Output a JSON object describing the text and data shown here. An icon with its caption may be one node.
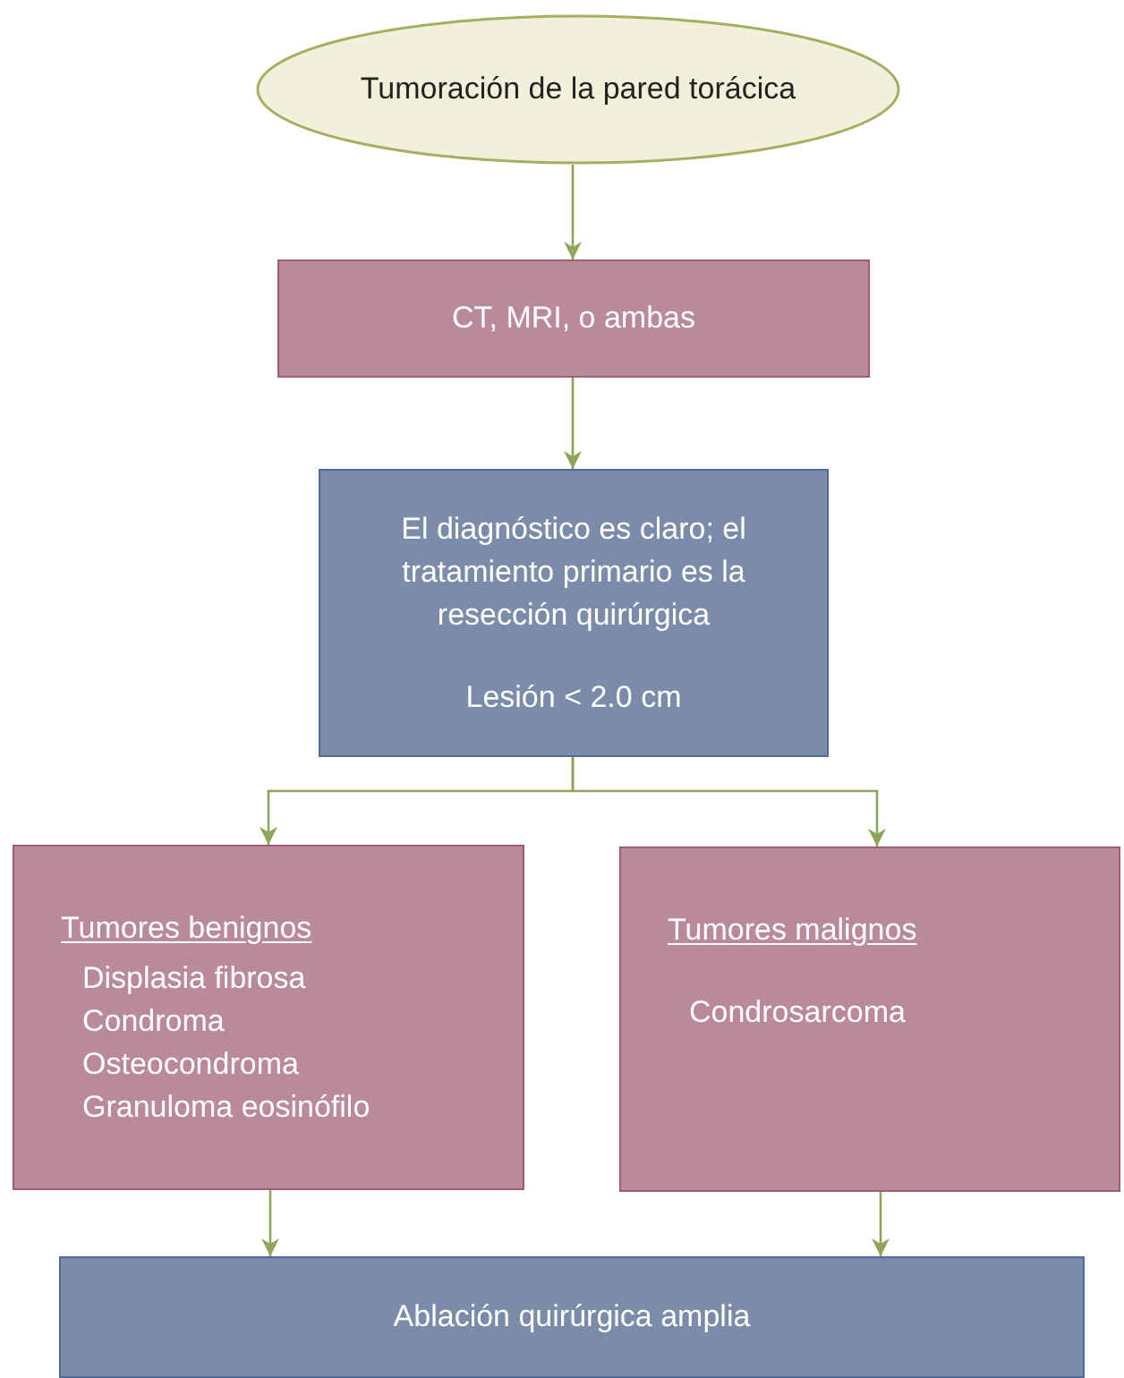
{
  "diagram": {
    "nodes": [
      {
        "text": [
          "Tumoración de la pared torácica"
        ]
      },
      {
        "text": [
          "CT, MRI, o ambas"
        ]
      },
      {
        "text": [
          "El diagnóstico es claro; el tratamiento primario es la resección quirúrgica",
          "Lesión < 2.0 cm"
        ]
      },
      {
        "text": [
          "Tumores benignos",
          "Displasia fibrosa",
          "Condroma",
          "Osteocondroma",
          "Granuloma eosinófilo"
        ]
      },
      {
        "text": [
          "Tumores malignos",
          "Condrosarcoma"
        ]
      },
      {
        "text": [
          "Ablación quirúrgica amplia"
        ]
      }
    ],
    "edges": [
      {
        "from": 0,
        "to": 1,
        "arrow": "to"
      },
      {
        "from": 1,
        "to": 2,
        "arrow": "to"
      },
      {
        "from": 2,
        "to": 3,
        "arrow": "to"
      },
      {
        "from": 2,
        "to": 4,
        "arrow": "to"
      },
      {
        "from": 3,
        "to": 5,
        "arrow": "to"
      },
      {
        "from": 4,
        "to": 5,
        "arrow": "to"
      }
    ]
  }
}
